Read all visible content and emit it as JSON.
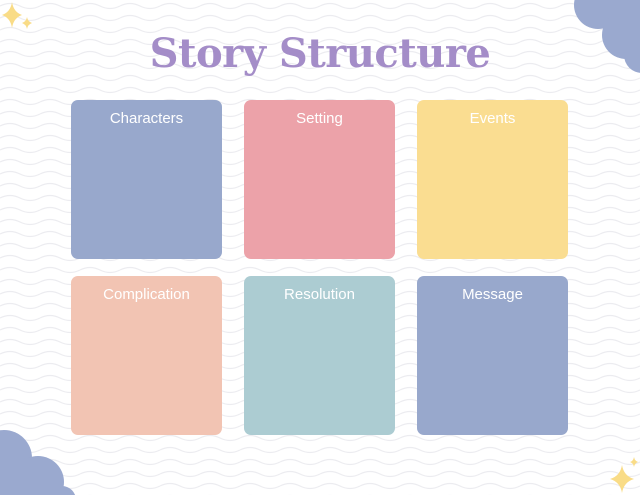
{
  "title": "Story Structure",
  "colors": {
    "title": "#a48dc8",
    "blue": "#98a8cc",
    "pink": "#eca2a9",
    "yellow": "#fadd91",
    "peach": "#f2c4b3",
    "teal": "#acccd2",
    "cloud": "#9aa9cf",
    "sparkle": "#f9dc87"
  },
  "cards": [
    {
      "label": "Characters",
      "color": "#98a8cc"
    },
    {
      "label": "Setting",
      "color": "#eca2a9"
    },
    {
      "label": "Events",
      "color": "#fadd91"
    },
    {
      "label": "Complication",
      "color": "#f2c4b3"
    },
    {
      "label": "Resolution",
      "color": "#acccd2"
    },
    {
      "label": "Message",
      "color": "#98a8cc"
    }
  ],
  "decorations": {
    "top_left": "sparkle-icon",
    "top_right": "cloud-icon",
    "bottom_left": "cloud-icon",
    "bottom_right": "sparkle-icon"
  }
}
